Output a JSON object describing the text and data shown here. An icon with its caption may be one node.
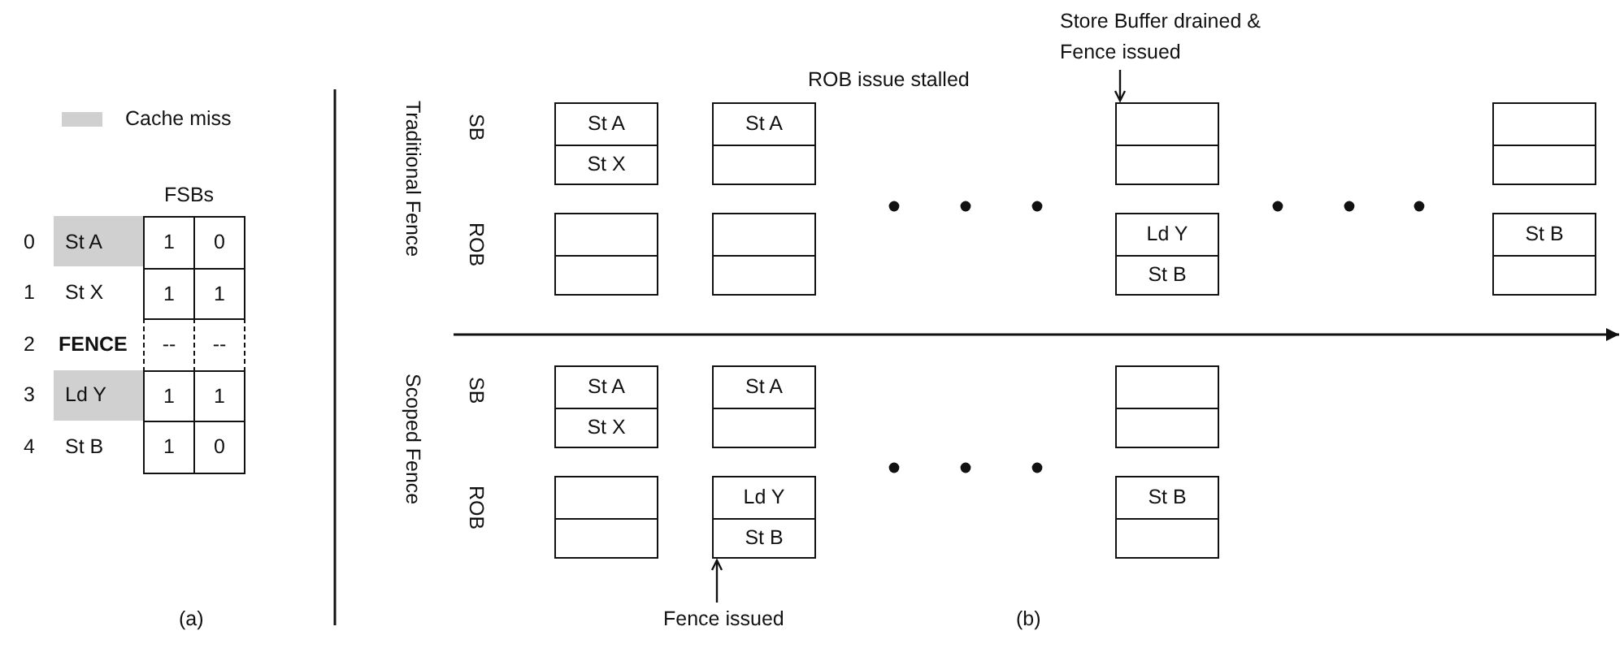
{
  "diagram": {
    "nodes": [
      {
        "text": [
          "St A",
          "St X"
        ]
      },
      {
        "text": [
          "St A"
        ]
      },
      {
        "text": [],
        "shape": "box"
      },
      {
        "text": [],
        "shape": "box"
      },
      {
        "text": [],
        "shape": "box"
      },
      {
        "text": [],
        "shape": "box"
      },
      {
        "text": [
          "Ld Y",
          "St B"
        ]
      },
      {
        "text": [
          "St B"
        ]
      },
      {
        "text": [
          "St A",
          "St X"
        ]
      },
      {
        "text": [
          "St A"
        ]
      },
      {
        "text": [],
        "shape": "box"
      },
      {
        "text": [],
        "shape": "box"
      },
      {
        "text": [
          "Ld Y",
          "St B"
        ]
      },
      {
        "text": [
          "St B"
        ]
      },
      {
        "text": [
          "Store Buffer drained & Fence issued"
        ]
      },
      {
        "text": [
          "Fence issued"
        ]
      }
    ],
    "edges": [
      {
        "from": 14,
        "to": 2,
        "arrow": "to"
      },
      {
        "from": 15,
        "to": 12,
        "arrow": "to"
      }
    ],
    "labels": [
      "FSBs",
      "0",
      "St A",
      "1",
      "0",
      "1",
      "St X",
      "1",
      "1",
      "2",
      "FENCE",
      "--",
      "--",
      "3",
      "Ld Y",
      "1",
      "1",
      "4",
      "St B",
      "1",
      "0",
      "(a)",
      "Traditional Fence",
      "SB",
      "ROB",
      "ROB issue stalled",
      "Scoped Fence",
      "SB",
      "ROB",
      "(b)"
    ],
    "legend": [
      {
        "text": "Cache miss",
        "color": "#d0d0d0"
      }
    ]
  }
}
